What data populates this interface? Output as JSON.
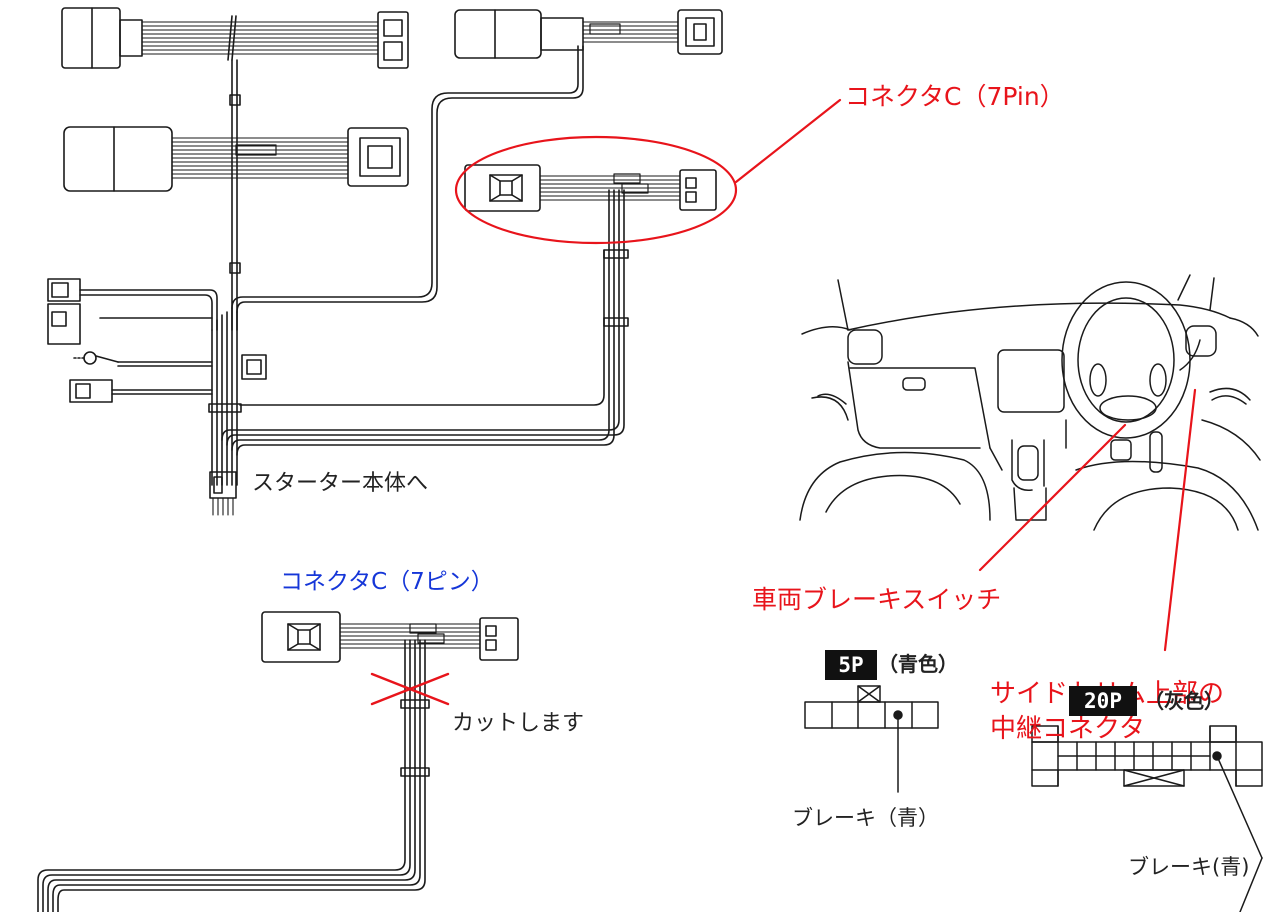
{
  "colors": {
    "accent_red": "#e8141b",
    "accent_blue": "#1536d8",
    "line": "#1a1a1a"
  },
  "labels": {
    "connector_c_7pin": "コネクタC（7Pin）",
    "to_starter_unit": "スターター本体へ",
    "connector_c_7pin_jp": "コネクタC（7ピン）",
    "cut_here": "カットします",
    "vehicle_brake_switch": "車両ブレーキスイッチ",
    "side_trim_relay_line1": "サイドトリム上部の",
    "side_trim_relay_line2": "中継コネクタ",
    "brake_blue_1": "ブレーキ（青）",
    "brake_blue_2": "ブレーキ(青)"
  },
  "connector_5p": {
    "tag": "5P",
    "color_label": "（青色）"
  },
  "connector_20p": {
    "tag": "20P",
    "color_label": "（灰色）"
  }
}
